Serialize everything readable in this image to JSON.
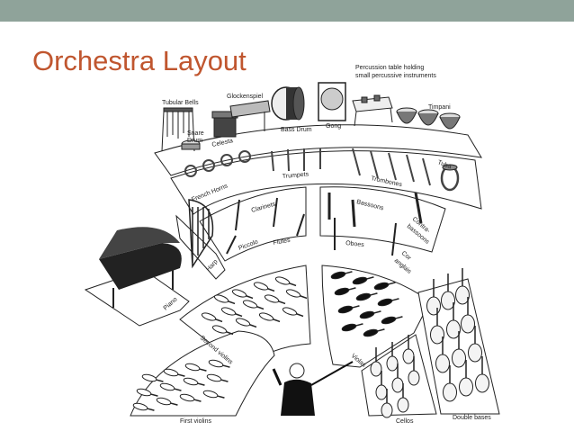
{
  "slide": {
    "title": "Orchestra Layout",
    "accent": "#c0562f",
    "bar_color": "#8fa39a"
  },
  "labels": {
    "tubular_bells": "Tubular Bells",
    "glockenspiel": "Glockenspiel",
    "snare_drum_1": "Snare",
    "snare_drum_2": "Drum",
    "celesta": "Celesta",
    "bass_drum": "Bass Drum",
    "gong": "Gong",
    "percussion_table_1": "Percussion table holding",
    "percussion_table_2": "small percussive instruments",
    "timpani": "Timpani",
    "tuba": "Tuba",
    "trumpets": "Trumpets",
    "trombones": "Trombones",
    "french_horns": "French Horns",
    "clarinets": "Clarinets",
    "bassoons": "Bassoons",
    "contrabassoons_1": "Contra-",
    "contrabassoons_2": "bassoons",
    "harp": "Harp",
    "piccolo": "Piccolo",
    "flutes": "Flutes",
    "oboes": "Oboes",
    "cor_anglais_1": "Cor",
    "cor_anglais_2": "anglais",
    "piano": "Piano",
    "second_violins": "Second violins",
    "first_violins": "First violins",
    "violas": "Violas",
    "cellos": "Cellos",
    "double_bases": "Double bases"
  },
  "icons": [
    "violin-icon",
    "cello-icon",
    "double-bass-icon",
    "harp-icon",
    "piano-icon",
    "drum-icon",
    "timpani-icon",
    "gong-icon",
    "horn-icon",
    "tuba-icon",
    "conductor-icon"
  ]
}
